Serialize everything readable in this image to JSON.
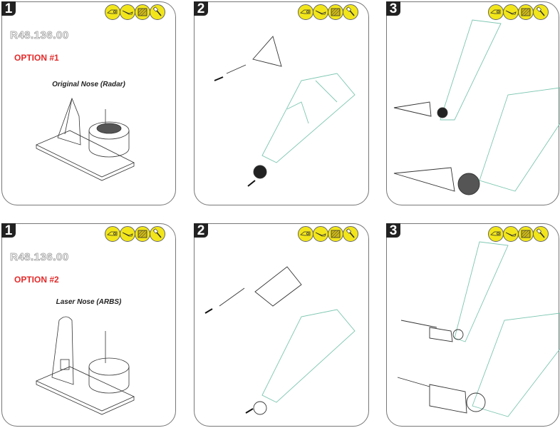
{
  "panels": [
    {
      "step": "1",
      "code": "R48.136.00",
      "option": "OPTION #1",
      "title": "Original Nose (Radar)"
    },
    {
      "step": "2"
    },
    {
      "step": "3"
    },
    {
      "step": "1",
      "code": "R48.136.00",
      "option": "OPTION #2",
      "title": "Laser Nose (ARBS)"
    },
    {
      "step": "2"
    },
    {
      "step": "3"
    }
  ],
  "tool_icons": [
    "hobby-knife-icon",
    "blade-icon",
    "sanding-file-icon",
    "glue-brush-icon"
  ],
  "colors": {
    "tool_bg": "#f2e61a",
    "option": "#e32a2a",
    "outline": "#7cc6b0"
  }
}
